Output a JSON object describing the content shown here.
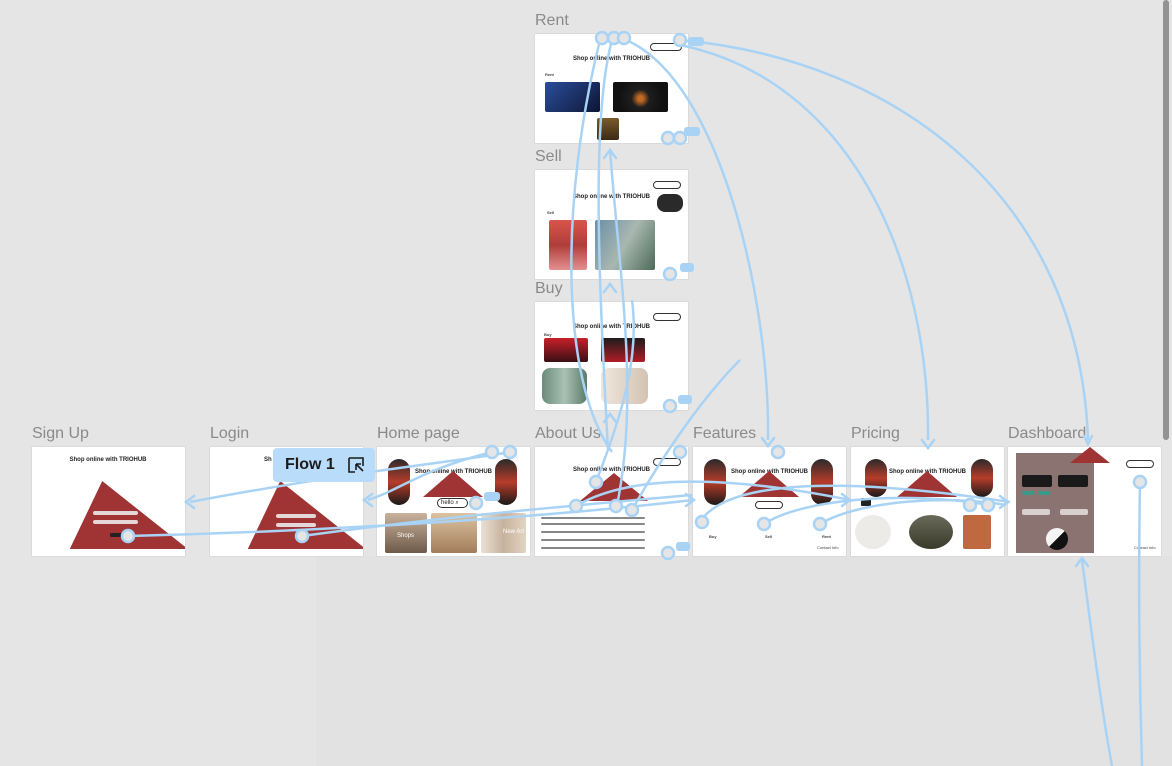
{
  "canvas": {
    "frames": [
      {
        "id": "rent",
        "label": "Rent",
        "title": "Shop online with TRIOHUB",
        "section": "Rent"
      },
      {
        "id": "sell",
        "label": "Sell",
        "title": "Shop online with TRIOHUB",
        "section": "Sell"
      },
      {
        "id": "buy",
        "label": "Buy",
        "title": "Shop online with TRIOHUB",
        "section": "Buy"
      },
      {
        "id": "signup",
        "label": "Sign Up",
        "title": "Shop online with TRIOHUB"
      },
      {
        "id": "login",
        "label": "Login",
        "title": "Sh"
      },
      {
        "id": "home",
        "label": "Home page",
        "title": "Shop online with TRIOHUB"
      },
      {
        "id": "about",
        "label": "About Us",
        "title": "Shop online with TRIOHUB"
      },
      {
        "id": "features",
        "label": "Features",
        "title": "Shop online with TRIOHUB"
      },
      {
        "id": "pricing",
        "label": "Pricing",
        "title": "Shop online with TRIOHUB"
      },
      {
        "id": "dashboard",
        "label": "Dashboard"
      }
    ]
  },
  "flow": {
    "label": "Flow 1",
    "icon": "play-prototype-icon"
  },
  "home": {
    "search_text": "hello",
    "tag1": "Shops",
    "tag2": "New Arr"
  },
  "features": {
    "buy": "Buy",
    "sell": "Sell",
    "rent": "Rent",
    "contact": "Contact Info"
  },
  "dashboard": {
    "contact": "Contact Info"
  },
  "colors": {
    "accent_triangle": "#a03434",
    "wire": "#a9d3f5",
    "badge": "#b9dcfb",
    "canvas": "#e5e5e5"
  }
}
